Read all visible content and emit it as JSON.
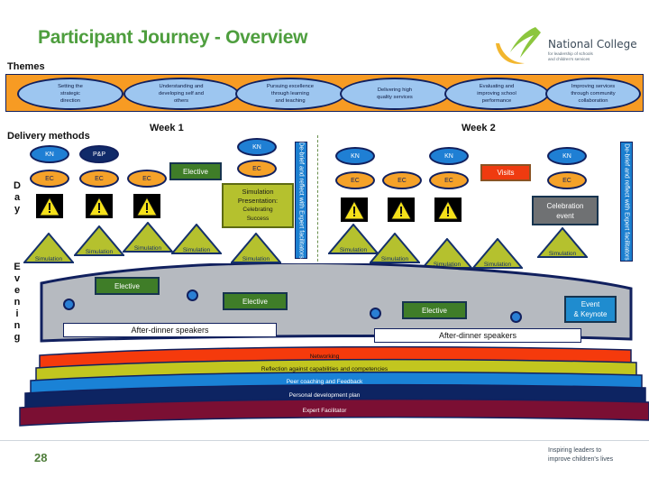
{
  "slide": {
    "title": "Participant Journey - Overview",
    "page_number": "28",
    "tagline_line1": "Inspiring leaders to",
    "tagline_line2": "improve children's lives"
  },
  "logo": {
    "name": "National College",
    "sub_line1": "for leadership of schools",
    "sub_line2": "and children's services",
    "leaf_color": "#8cc63e",
    "swoosh_color": "#f2b62e"
  },
  "themes": {
    "label": "Themes",
    "band_color": "#f79b23",
    "bubble_color": "#9dc6f0",
    "items": [
      {
        "line1": "Setting the",
        "line2": "strategic",
        "line3": "direction"
      },
      {
        "line1": "Understanding and",
        "line2": "developing self and",
        "line3": "others"
      },
      {
        "line1": "Pursuing excellence",
        "line2": "through learning",
        "line3": "and teaching"
      },
      {
        "line1": "Delivering high",
        "line2": "quality services",
        "line3": ""
      },
      {
        "line1": "Evaluating and",
        "line2": "improving school",
        "line3": "performance"
      },
      {
        "line1": "Improving services",
        "line2": "through community",
        "line3": "collaboration"
      }
    ]
  },
  "delivery": {
    "label": "Delivery methods",
    "week1_label": "Week 1",
    "week2_label": "Week 2",
    "day_label": "Day",
    "evening_label": "Evening"
  },
  "day": {
    "week1": {
      "kn": [
        "KN",
        "KN"
      ],
      "pp": "P&P",
      "ec": [
        "EC",
        "EC",
        "EC",
        "EC"
      ],
      "elective": "Elective",
      "sim_presentation": {
        "line1": "Simulation",
        "line2": "Presentation:",
        "line3": "Celebrating",
        "line4": "Success"
      },
      "simulations": [
        "Simulation",
        "Simulation",
        "Simulation",
        "Simulation",
        "Simulation"
      ]
    },
    "week2": {
      "kn": [
        "KN",
        "KN",
        "KN"
      ],
      "ec": [
        "EC",
        "EC",
        "EC",
        "EC"
      ],
      "visits": "Visits",
      "celebration": {
        "line1": "Celebration",
        "line2": "event"
      },
      "simulations": [
        "Simulation",
        "Simulation",
        "Simulation",
        "Simulation",
        "Simulation"
      ]
    },
    "vbar_left": "De-brief and reflect with Expert facilitators",
    "vbar_right": "De-brief and reflect with Expert facilitators"
  },
  "evening": {
    "electives": [
      "Elective",
      "Elective",
      "Elective"
    ],
    "after_dinner_week1": "After-dinner speakers",
    "after_dinner_week2": "After-dinner speakers",
    "event_keynote": {
      "line1": "Event",
      "line2": "& Keynote"
    },
    "band_color": "#b6bac0"
  },
  "bands": [
    {
      "label": "Networking",
      "color": "#f53a0c",
      "text_color": "#111111"
    },
    {
      "label": "Reflection against capabilities and competencies",
      "color": "#c2c61f",
      "text_color": "#111111"
    },
    {
      "label": "Peer coaching and Feedback",
      "color": "#1a82d6",
      "text_color": "#ffffff"
    },
    {
      "label": "Personal development plan",
      "color": "#0d2462",
      "text_color": "#ffffff"
    },
    {
      "label": "Expert Facilitator",
      "color": "#7b0f33",
      "text_color": "#ffffff"
    }
  ]
}
